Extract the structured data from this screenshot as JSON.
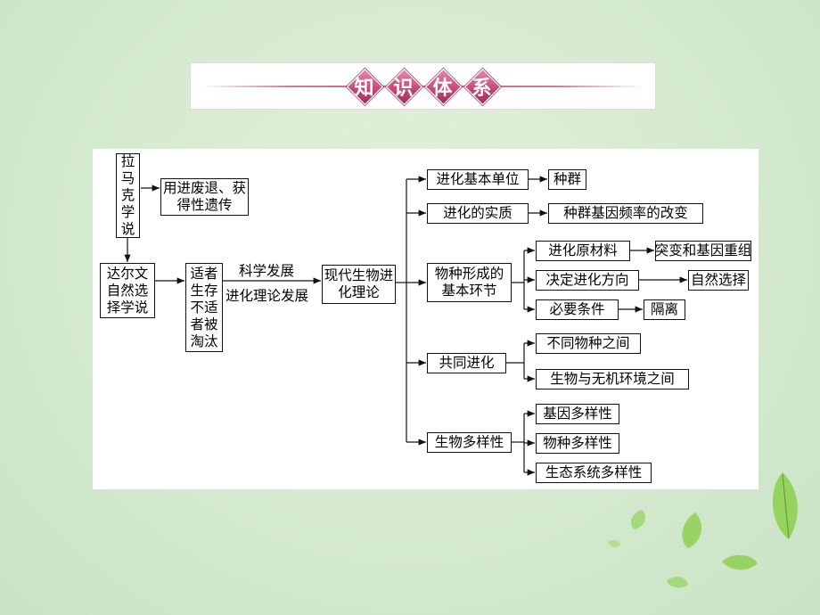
{
  "banner": {
    "chars": [
      "知",
      "识",
      "体",
      "系"
    ]
  },
  "diagram": {
    "lamarck": "拉马克学说",
    "use_disuse": "用进废退、获得性遗传",
    "darwin": "达尔文自然选择学说",
    "survival": "适者生存不适者被淘汰",
    "edge_top": "科学发展",
    "edge_bottom": "进化理论发展",
    "modern": "现代生物进化理论",
    "unit": "进化基本单位",
    "population": "种群",
    "essence": "进化的实质",
    "gene_freq": "种群基因频率的改变",
    "speciation": "物种形成的基本环节",
    "raw_material": "进化原材料",
    "mutation": "突变和基因重组",
    "direction": "决定进化方向",
    "selection": "自然选择",
    "condition": "必要条件",
    "isolation": "隔离",
    "coevolution": "共同进化",
    "between_species": "不同物种之间",
    "between_env": "生物与无机环境之间",
    "biodiversity": "生物多样性",
    "genetic": "基因多样性",
    "species": "物种多样性",
    "ecosystem": "生态系统多样性"
  },
  "colors": {
    "background": "#d5ead0",
    "banner_accent": "#c24575",
    "leaf": "#8fcf52"
  }
}
